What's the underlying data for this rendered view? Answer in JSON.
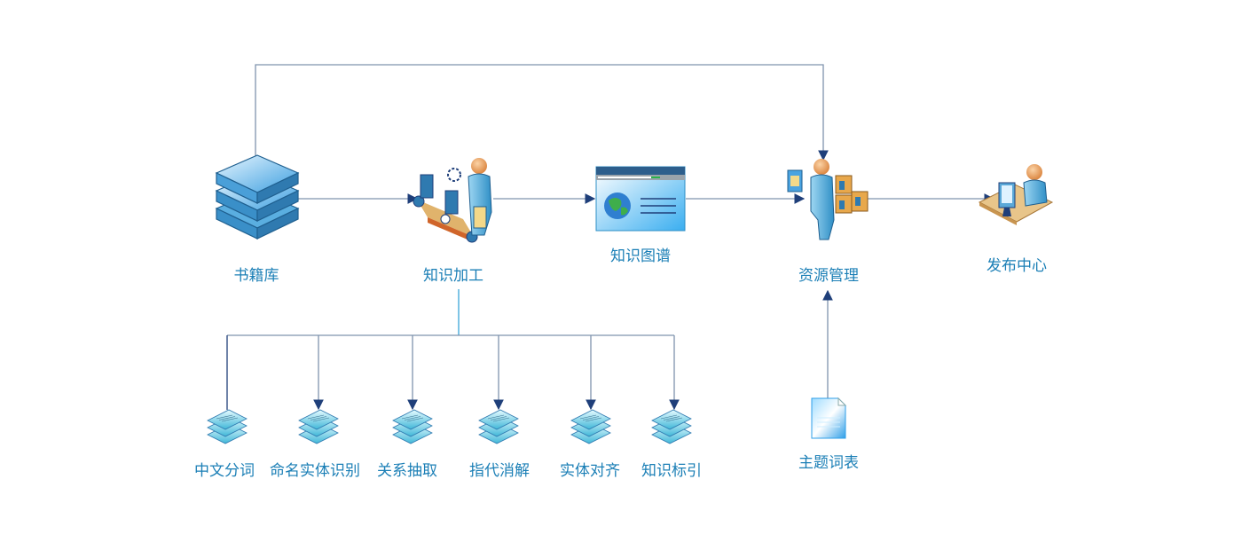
{
  "diagram": {
    "nodes": {
      "book_library": "书籍库",
      "knowledge_processing": "知识加工",
      "knowledge_graph": "知识图谱",
      "resource_management": "资源管理",
      "publishing_center": "发布中心",
      "thesaurus": "主题词表"
    },
    "sub_tasks": [
      "中文分词",
      "命名实体识别",
      "关系抽取",
      "指代消解",
      "实体对齐",
      "知识标引"
    ],
    "edges": [
      {
        "from": "书籍库",
        "to": "知识加工"
      },
      {
        "from": "知识加工",
        "to": "知识图谱"
      },
      {
        "from": "知识图谱",
        "to": "资源管理"
      },
      {
        "from": "资源管理",
        "to": "发布中心"
      },
      {
        "from": "书籍库",
        "to": "资源管理"
      },
      {
        "from": "主题词表",
        "to": "资源管理"
      },
      {
        "from": "知识加工",
        "to": "中文分词"
      },
      {
        "from": "知识加工",
        "to": "命名实体识别"
      },
      {
        "from": "知识加工",
        "to": "关系抽取"
      },
      {
        "from": "知识加工",
        "to": "指代消解"
      },
      {
        "from": "知识加工",
        "to": "实体对齐"
      },
      {
        "from": "知识加工",
        "to": "知识标引"
      }
    ],
    "colors": {
      "line": "#7f93ad",
      "arrow": "#1f3f7a",
      "label": "#1b7fb6"
    }
  }
}
